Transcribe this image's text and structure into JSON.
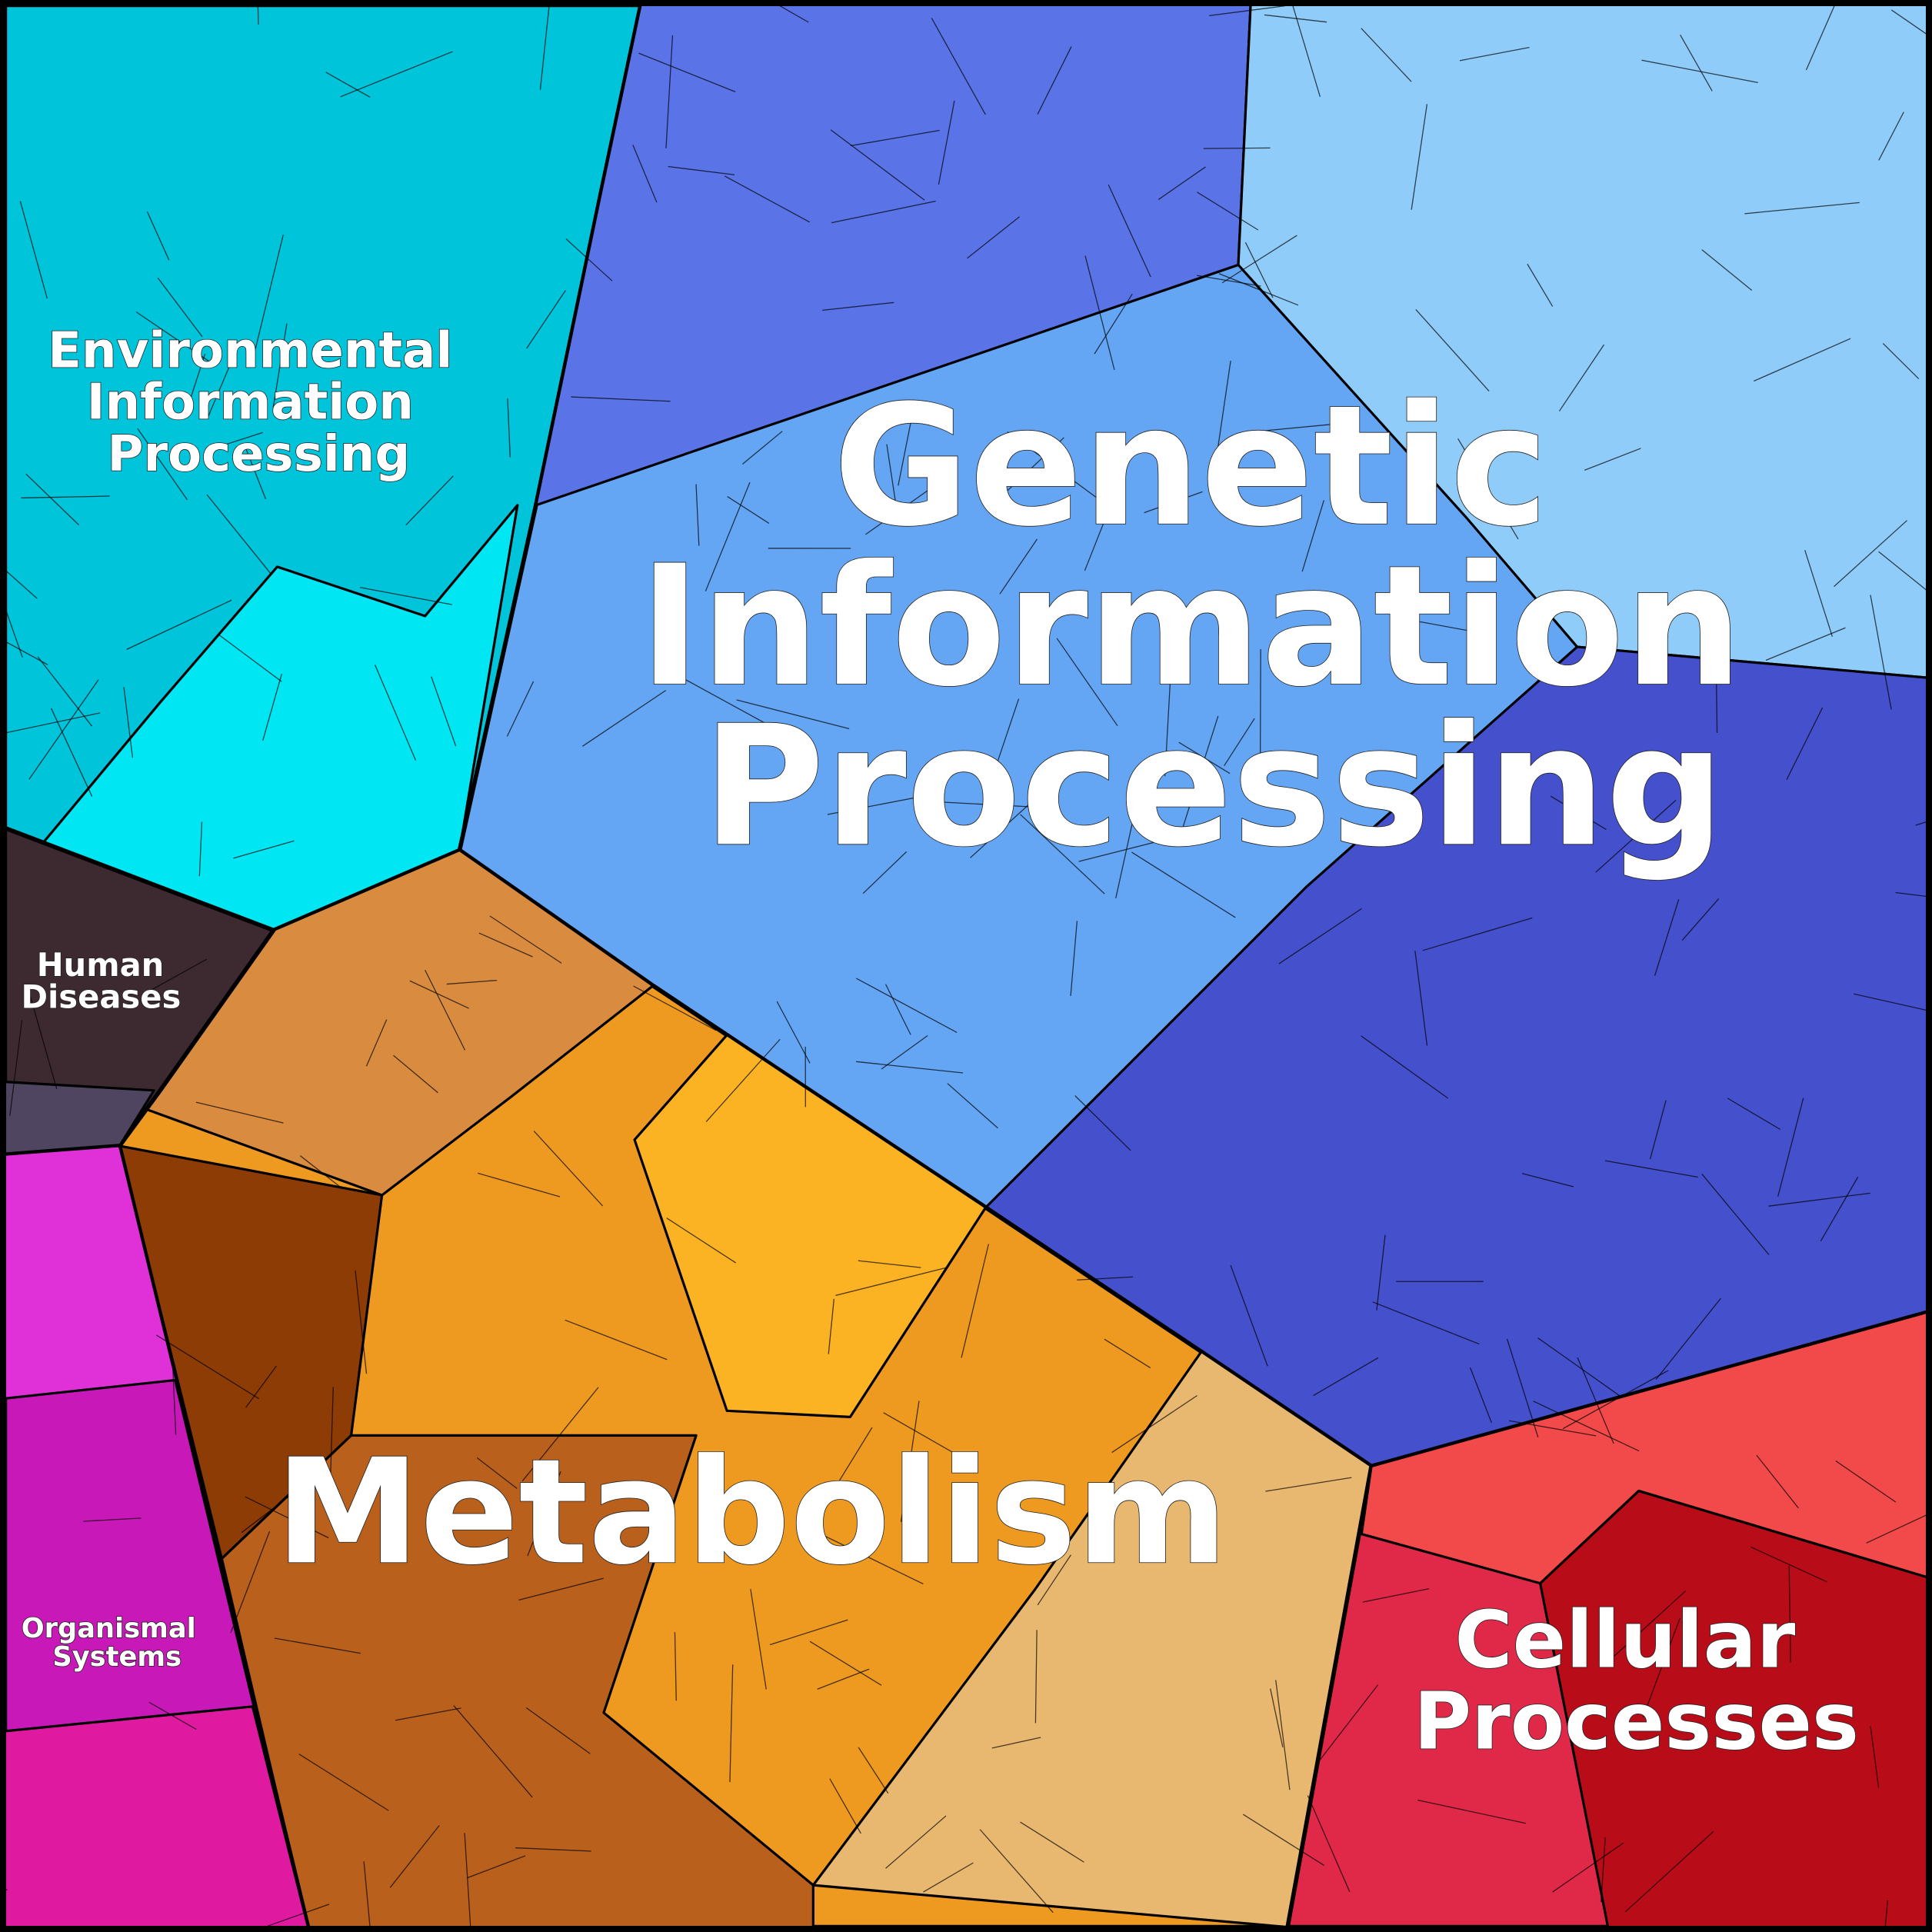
{
  "title": "Voronoi treemap of functional categories",
  "categories": [
    {
      "id": "env",
      "label_lines": [
        "Environmental",
        "Information",
        "Processing"
      ],
      "color": "#00cde0"
    },
    {
      "id": "gen",
      "label_lines": [
        "Genetic",
        "Information",
        "Processing"
      ],
      "color": "#63a4f5"
    },
    {
      "id": "met",
      "label_lines": [
        "Metabolism"
      ],
      "color": "#f0a020"
    },
    {
      "id": "hum",
      "label_lines": [
        "Human",
        "Diseases"
      ],
      "color": "#3d2a30"
    },
    {
      "id": "org",
      "label_lines": [
        "Organismal",
        "Systems"
      ],
      "color": "#d020c8"
    },
    {
      "id": "cel",
      "label_lines": [
        "Cellular",
        "Processes"
      ],
      "color": "#e02840"
    }
  ]
}
